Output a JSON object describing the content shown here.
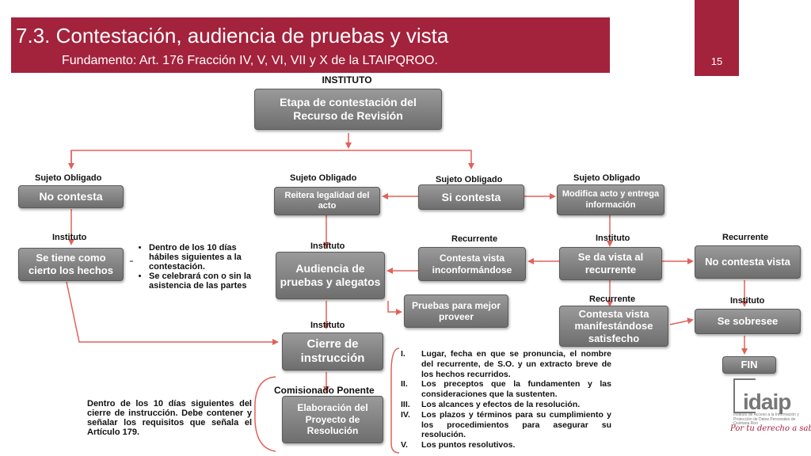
{
  "header": {
    "title": "7.3.  Contestación, audiencia de pruebas y vista",
    "subtitle": "Fundamento: Art. 176 Fracción IV, V, VI, VII y X de la LTAIPQROO.",
    "page_number": "15"
  },
  "diagram": {
    "top_label": "INSTITUTO",
    "nodes": {
      "etapa": "Etapa de contestación del Recurso de Revisión",
      "no_contesta": "No contesta",
      "reitera": "Reitera legalidad del acto",
      "si_contesta": "Si contesta",
      "modifica": "Modifica acto y entrega información",
      "tiene_cierto": "Se tiene como cierto los hechos",
      "audiencia": "Audiencia de pruebas y alegatos",
      "contesta_inconforme": "Contesta vista inconformándose",
      "da_vista": "Se da vista al recurrente",
      "no_contesta_vista": "No contesta vista",
      "pruebas_mejor": "Pruebas para mejor proveer",
      "contesta_satisfecho": "Contesta vista manifestándose satisfecho",
      "sobresee": "Se sobresee",
      "cierre": "Cierre de instrucción",
      "fin": "FIN",
      "elaboracion": "Elaboración del Proyecto de Resolución"
    },
    "labels": {
      "so_no_contesta": "Sujeto Obligado",
      "so_reitera": "Sujeto Obligado",
      "so_si_contesta": "Sujeto Obligado",
      "so_modifica": "Sujeto Obligado",
      "inst_tiene": "Instituto",
      "inst_audiencia": "Instituto",
      "rec_inconforme": "Recurrente",
      "inst_da_vista": "Instituto",
      "rec_no_contesta": "Recurrente",
      "rec_satisfecho": "Recurrente",
      "inst_sobresee": "Instituto",
      "inst_cierre": "Instituto",
      "comisionado": "Comisionado Ponente"
    },
    "bullets": [
      "Dentro de los 10 días hábiles siguientes a la contestación.",
      "Se celebrará con o sin la asistencia de las partes"
    ],
    "note_left": "Dentro de los 10 días siguientes del cierre de instrucción. Debe contener y señalar los requisitos que señala el Artículo 179.",
    "requirements": [
      {
        "num": "I.",
        "text": "Lugar, fecha en que se pronuncia, el nombre del recurrente, de S.O. y un extracto breve de los hechos recurridos."
      },
      {
        "num": "II.",
        "text": "Los preceptos que la fundamenten y las consideraciones que la sustenten."
      },
      {
        "num": "III.",
        "text": "Los alcances y efectos de la resolución."
      },
      {
        "num": "IV.",
        "text": "Los plazos y términos para su cumplimiento y los procedimientos para asegurar su resolución."
      },
      {
        "num": "V.",
        "text": "Los puntos resolutivos."
      }
    ]
  },
  "logo": {
    "name": "idaip",
    "subtext": "Instituto de Acceso a la Información y Protección de Datos Personales de Quintana Roo",
    "slogan": "Por tu derecho a saber"
  },
  "colors": {
    "brand": "#a3223c",
    "box": "#7f7f7f",
    "arrow": "#e0625a"
  }
}
